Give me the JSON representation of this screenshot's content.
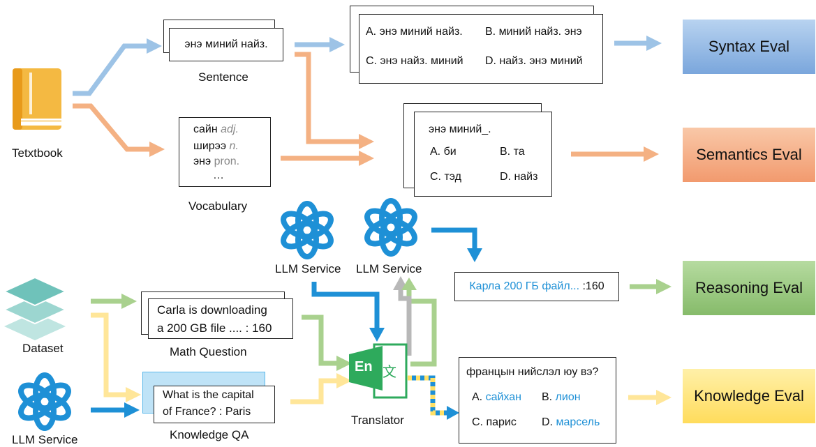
{
  "textbook": {
    "label": "Tetxtbook"
  },
  "sentence": {
    "text": "энэ миний найз.",
    "label": "Sentence"
  },
  "vocabulary": {
    "label": "Vocabulary",
    "lines": [
      {
        "word": "сайн",
        "pos": "adj."
      },
      {
        "word": "ширээ",
        "pos": "n."
      },
      {
        "word": "энэ",
        "pos": "pron."
      }
    ],
    "ellipsis": "…"
  },
  "syntax_card": {
    "a": "A. энэ миний найз.",
    "b": "B. миний найз. энэ",
    "c": "C. энэ найз. миний",
    "d": "D. найз. энэ миний"
  },
  "semantics_card": {
    "question": "энэ миний_.",
    "a": "A. би",
    "b": "B. та",
    "c": "C. тэд",
    "d": "D. найз"
  },
  "llm": {
    "label1": "LLM Service",
    "label2": "LLM Service",
    "label3": "LLM Service"
  },
  "dataset": {
    "label": "Dataset"
  },
  "math": {
    "line1": "Carla is downloading",
    "line2": "a 200 GB file .... : 160",
    "label": "Math Question"
  },
  "knowledge": {
    "line1": "What is the capital",
    "line2": "of France? : Paris",
    "label": "Knowledge QA"
  },
  "translator": {
    "label": "Translator",
    "icon_en": "En",
    "icon_zh": "文"
  },
  "reasoning_card": {
    "text_blue": "Карла 200 ГБ файл...",
    "text_black": " :160"
  },
  "knowledge_card": {
    "question": "францын нийслэл юу вэ?",
    "a_prefix": "A. ",
    "a_word": "сайхан",
    "b_prefix": "B. ",
    "b_word": "лион",
    "c": "C. парис",
    "d_prefix": "D. ",
    "d_word": "марсель"
  },
  "evals": {
    "syntax": "Syntax Eval",
    "semantics": "Semantics Eval",
    "reasoning": "Reasoning Eval",
    "knowledge": "Knowledge Eval"
  },
  "colors": {
    "syntax_arrow": "#9dc3e6",
    "semantics_arrow": "#f4b183",
    "reasoning_arrow": "#a9d18e",
    "knowledge_arrow": "#ffe699",
    "llm_arrow": "#1e90d6",
    "translator_back_arrow": "#b0b0b0",
    "syntax_box": "#8fb4e3",
    "semantics_box": "#f4a882",
    "reasoning_box": "#95c57d",
    "knowledge_box": "#ffe580",
    "textbook": "#f4b942",
    "dataset": "#7ecac3",
    "translator": "#2eaa5c"
  }
}
